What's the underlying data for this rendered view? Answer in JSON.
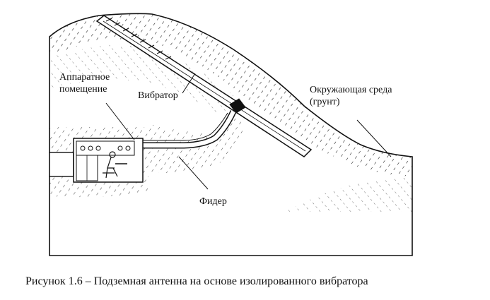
{
  "labels": {
    "room_line1": "Аппаратное",
    "room_line2": "помещение",
    "vibrator": "Вибратор",
    "medium_line1": "Окружающая среда",
    "medium_line2": "(грунт)",
    "feeder": "Фидер"
  },
  "caption": "Рисунок 1.6 – Подземная антенна на основе изолированного вибратора",
  "colors": {
    "ink": "#111111",
    "background": "#ffffff"
  }
}
